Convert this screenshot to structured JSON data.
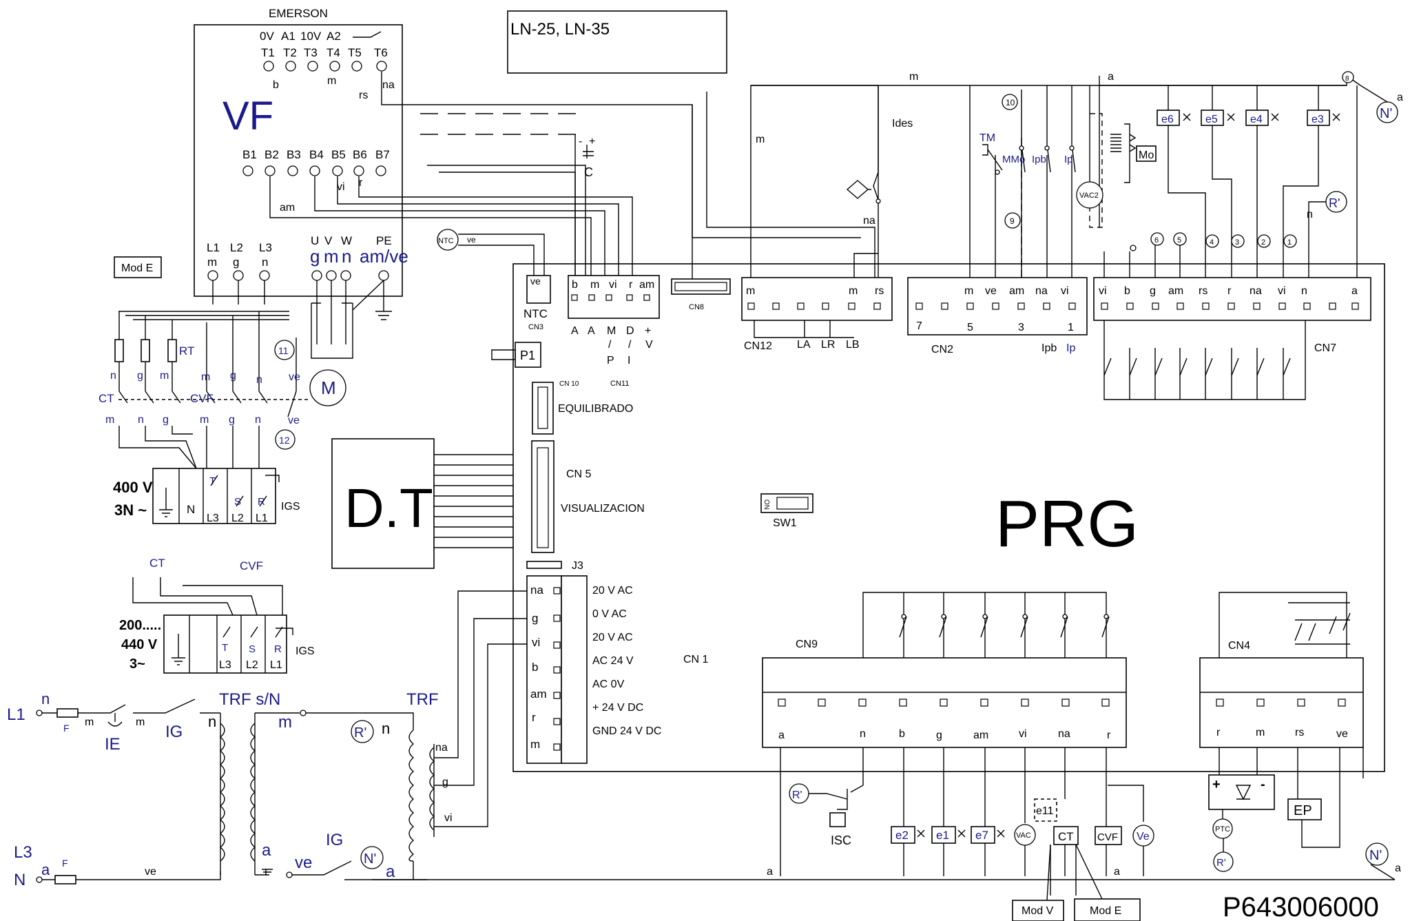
{
  "title": "LN-25, LN-35",
  "part_number": "P643006000",
  "vf": {
    "maker": "EMERSON",
    "name": "VF",
    "top_row1": [
      "0V",
      "A1",
      "10V",
      "A2"
    ],
    "top_row2": [
      "T1",
      "T2",
      "T3",
      "T4",
      "T5",
      "T6"
    ],
    "top_wires": [
      "b",
      "m",
      "rs",
      "na"
    ],
    "b_terms": [
      "B1",
      "B2",
      "B3",
      "B4",
      "B5",
      "B6",
      "B7"
    ],
    "b_wires": [
      "am",
      "vi",
      "r"
    ],
    "power_terms": [
      "L1",
      "L2",
      "L3",
      "U",
      "V",
      "W",
      "PE"
    ],
    "power_wires": [
      "m",
      "g",
      "n",
      "g",
      "m",
      "n",
      "am/ve"
    ]
  },
  "mod_e": "Mod E",
  "mod_v": "Mod V",
  "motor": "M",
  "capacitor": {
    "label": "C",
    "minus": "-",
    "plus": "+"
  },
  "supply": {
    "v400": "400 V",
    "n3": "3N ~",
    "v200": "200.....",
    "v440": "440  V",
    "p3": "3~",
    "igs": "IGS",
    "n": "N",
    "t": "T",
    "s": "S",
    "r": "R",
    "l1": "L1",
    "l2": "L2",
    "l3": "L3"
  },
  "contactors": {
    "ct": "CT",
    "cvf": "CVF",
    "rt": "RT",
    "c11": "11",
    "c12": "12",
    "ve": "ve"
  },
  "dt": "D.T",
  "prg": "PRG",
  "board": {
    "ntc": "NTC",
    "ntc_ve": "ve",
    "cn3": "CN3",
    "p1": "P1",
    "cn10": "CN 10",
    "equilibrado": "EQUILIBRADO",
    "cn5": "CN 5",
    "visualizacion": "VISUALIZACION",
    "cn8": "CN8",
    "cn11": "CN11",
    "cn11_wires": [
      "b",
      "m",
      "vi",
      "r",
      "am"
    ],
    "cn11_labels": [
      "A",
      "A",
      "M",
      "D",
      "+",
      "/",
      "/",
      "V",
      "P",
      "I"
    ],
    "j3": "J3",
    "sw1": "SW1",
    "on": "ON",
    "cn1": "CN  1",
    "cn1_wires": [
      "na",
      "g",
      "vi",
      "b",
      "am",
      "r",
      "m"
    ],
    "cn1_volts": [
      "20 V AC",
      "0 V AC",
      "20 V AC",
      "AC     24 V",
      "AC       0V",
      "+ 24   V  DC",
      "GND 24    V DC"
    ],
    "cn12": "CN12",
    "cn12_wires": [
      "m",
      "m",
      "rs"
    ],
    "cn12_labels": [
      "LA",
      "LR",
      "LB"
    ],
    "cn2": "CN2",
    "cn2_wires": [
      "m",
      "ve",
      "am",
      "na",
      "vi"
    ],
    "cn2_nums": [
      "7",
      "5",
      "3",
      "1"
    ],
    "cn2_bottom": [
      "Ipb",
      "Ip"
    ],
    "cn7": "CN7",
    "cn7_wires": [
      "vi",
      "b",
      "g",
      "am",
      "rs",
      "r",
      "na",
      "vi",
      "n",
      "a"
    ],
    "cn9": "CN9",
    "cn9_wires": [
      "a",
      "n",
      "b",
      "g",
      "am",
      "vi",
      "na",
      "r"
    ],
    "cn4": "CN4",
    "cn4_wires": [
      "r",
      "m",
      "rs",
      "ve"
    ]
  },
  "top_right": {
    "m": "m",
    "ides": "Ides",
    "na": "na",
    "tm": "TM",
    "mmo": "MMo",
    "ipb": "Ipb",
    "ip": "Ip",
    "n10": "10",
    "n9": "9",
    "vac2": "VAC2",
    "mo": "Mo",
    "a": "a",
    "n8": "8",
    "valves": [
      "e6",
      "e5",
      "e4",
      "e3"
    ],
    "n_prime": "N'",
    "r_prime": "R'",
    "n_wire": "n",
    "nums": [
      "6",
      "5",
      "4",
      "3",
      "2",
      "1"
    ]
  },
  "bottom": {
    "r_prime": "R'",
    "isc": "ISC",
    "valves": [
      "e2",
      "e1",
      "e7"
    ],
    "vac": "VAC",
    "e11": "e11",
    "ct": "CT",
    "cvf": "CVF",
    "ve": "Ve",
    "ptc": "PTC",
    "ep": "EP",
    "plus": "+",
    "minus": "-",
    "a": "a",
    "n_prime": "N'"
  },
  "trf": {
    "label": "TRF s/N",
    "label2": "TRF",
    "l1": "L1",
    "l3": "L3",
    "n_line": "N",
    "n": "n",
    "a": "a",
    "f": "F",
    "m": "m",
    "ie": "IE",
    "ig": "IG",
    "ve": "ve",
    "na": "na",
    "g": "g",
    "vi": "vi",
    "r_prime": "R'",
    "n_prime": "N'"
  }
}
